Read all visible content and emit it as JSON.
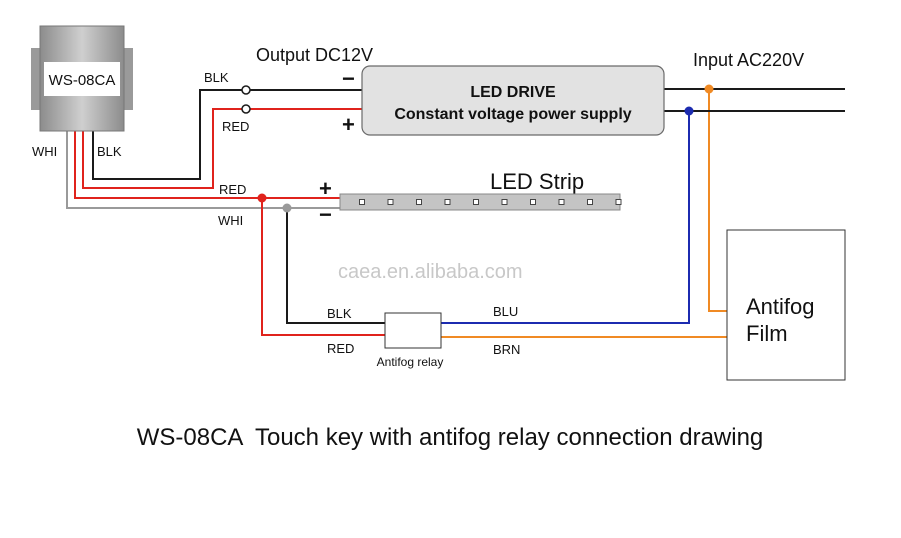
{
  "device": {
    "label": "WS-08CA",
    "wire_whi": "WHI",
    "wire_blk": "BLK"
  },
  "driver": {
    "output_label": "Output DC12V",
    "title": "LED DRIVE",
    "subtitle": "Constant voltage power supply",
    "minus_sign": "−",
    "plus_sign": "+",
    "wire_blk": "BLK",
    "wire_red": "RED"
  },
  "input": {
    "label": "Input AC220V"
  },
  "strip": {
    "label": "LED Strip",
    "plus_sign": "+",
    "minus_sign": "−",
    "wire_red": "RED",
    "wire_whi": "WHI",
    "led_count": 10
  },
  "relay": {
    "label": "Antifog relay",
    "wire_blk": "BLK",
    "wire_red": "RED",
    "wire_blu": "BLU",
    "wire_brn": "BRN"
  },
  "film": {
    "line1": "Antifog",
    "line2": "Film"
  },
  "watermark": "caea.en.alibaba.com",
  "caption": "WS-08CA  Touch key with antifog relay connection drawing",
  "colors": {
    "black_wire": "#1a1a1a",
    "red_wire": "#e0231c",
    "white_wire": "#9a9a9a",
    "blue_wire": "#1c2bb0",
    "brown_wire": "#f08a24",
    "box_fill": "#e2e2e2",
    "strip_fill": "#c4c4c4"
  }
}
